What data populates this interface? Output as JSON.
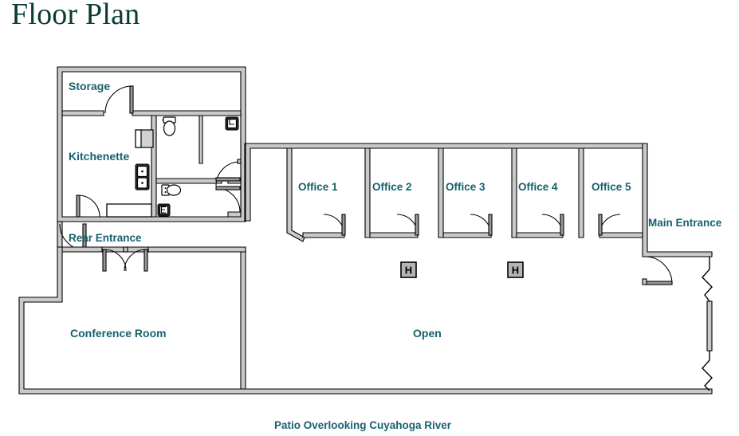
{
  "page": {
    "title": "Floor Plan",
    "caption": "Patio Overlooking Cuyahoga River",
    "background_color": "#ffffff",
    "title_color": "#0d3b36",
    "label_color": "#15616d",
    "wall_color": "#000000",
    "wall_fill_color": "#c9c9c9"
  },
  "rooms": [
    {
      "id": "storage",
      "label": "Storage"
    },
    {
      "id": "kitchenette",
      "label": "Kitchenette"
    },
    {
      "id": "office-1",
      "label": "Office 1"
    },
    {
      "id": "office-2",
      "label": "Office 2"
    },
    {
      "id": "office-3",
      "label": "Office 3"
    },
    {
      "id": "office-4",
      "label": "Office 4"
    },
    {
      "id": "office-5",
      "label": "Office 5"
    },
    {
      "id": "conference-room",
      "label": "Conference Room"
    },
    {
      "id": "open-area",
      "label": "Open"
    }
  ],
  "entrances": [
    {
      "id": "main-entrance",
      "label": "Main Entrance"
    },
    {
      "id": "rear-entrance",
      "label": "Rear Entrance"
    }
  ],
  "markers": [
    {
      "id": "column-marker-left",
      "glyph": "H"
    },
    {
      "id": "column-marker-right",
      "glyph": "H"
    }
  ],
  "fixtures": [
    {
      "id": "toilet-upper",
      "name": "toilet"
    },
    {
      "id": "toilet-lower",
      "name": "toilet"
    },
    {
      "id": "lavatory-lower",
      "name": "sink"
    },
    {
      "id": "refrigerator",
      "name": "refrigerator"
    },
    {
      "id": "kitchen-sink",
      "name": "double-basin-sink"
    },
    {
      "id": "wall-fixture-upper",
      "name": "wall-fixture"
    },
    {
      "id": "wall-fixture-lower",
      "name": "wall-fixture"
    }
  ]
}
